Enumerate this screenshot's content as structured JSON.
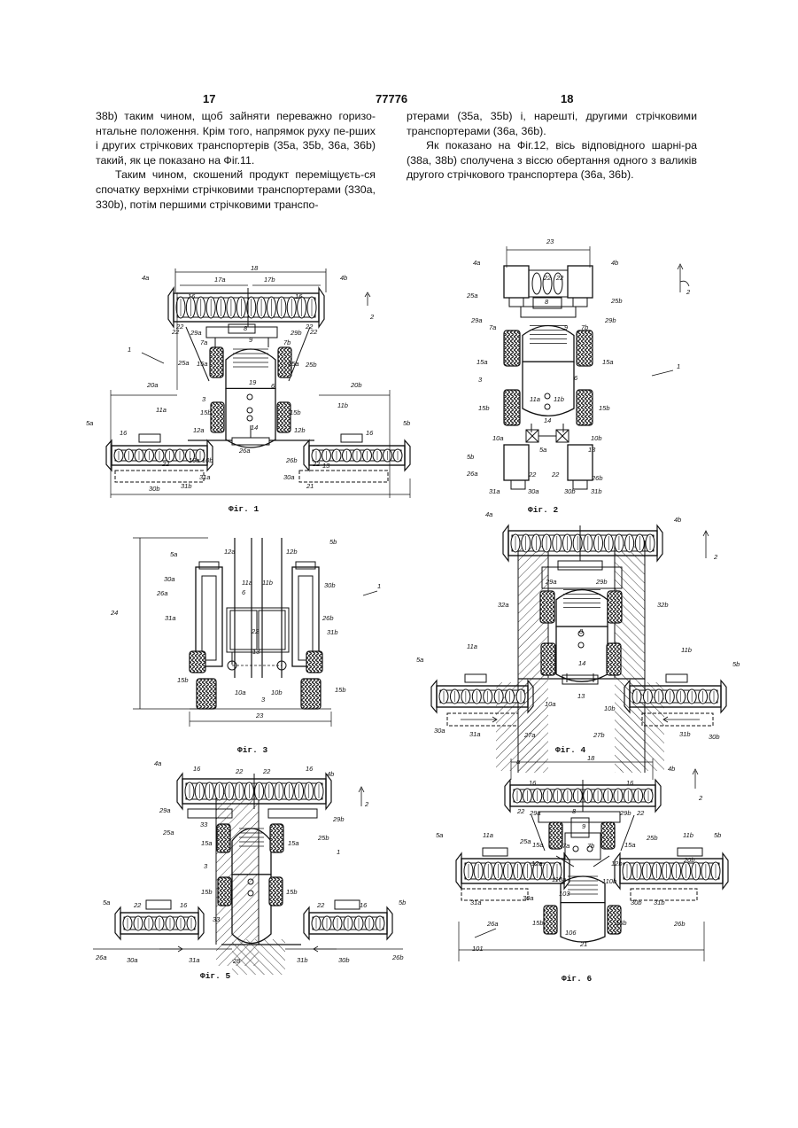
{
  "header": {
    "page_left": "17",
    "patent_number": "77776",
    "page_right": "18"
  },
  "left_column": {
    "para1": "38b) таким чином, щоб зайняти переважно горизо-нтальне положення. Крім того, напрямок руху пе-рших і других стрічкових транспортерів (35а, 35b, 36а, 36b) такий, як це показано на Фіг.11.",
    "para2": "Таким чином, скошений продукт переміщуєть-ся спочатку верхніми стрічковими транспортерами (330а, 330b), потім першими стрічковими транспо-"
  },
  "right_column": {
    "para1": "ртерами (35а, 35b) і, нарешті, другими стрічковими транспортерами (36а, 36b).",
    "para2": "Як показано на Фіг.12, вісь відповідного шарні-ра (38а, 38b) сполучена з віссю обертання одного з валиків другого стрічкового транспортера (36а, 36b)."
  },
  "figures": {
    "fig1": {
      "caption": "Фіг. 1",
      "labels": [
        "18",
        "17a",
        "17b",
        "4a",
        "4b",
        "16",
        "16",
        "22",
        "22",
        "29a",
        "29b",
        "22",
        "22",
        "1",
        "2",
        "8",
        "7a",
        "9",
        "7b",
        "25a",
        "15a",
        "15a",
        "25b",
        "20a",
        "19",
        "20b",
        "3",
        "6",
        "15b",
        "15b",
        "11a",
        "11b",
        "5a",
        "5b",
        "12a",
        "14",
        "12b",
        "16",
        "16",
        "22",
        "22",
        "10a",
        "13",
        "10b",
        "26a",
        "26b",
        "31a",
        "30a",
        "30b",
        "31b",
        "21"
      ]
    },
    "fig2": {
      "caption": "Фіг. 2",
      "labels": [
        "23",
        "4a",
        "4b",
        "22",
        "22",
        "2",
        "25a",
        "25b",
        "8",
        "29a",
        "29b",
        "7a",
        "9",
        "7b",
        "15a",
        "15a",
        "1",
        "3",
        "6",
        "11a",
        "11b",
        "15b",
        "15b",
        "14",
        "10a",
        "10b",
        "5a",
        "5b",
        "13",
        "26a",
        "22",
        "22",
        "26b",
        "31a",
        "30a",
        "30b",
        "31b"
      ]
    },
    "fig3": {
      "caption": "Фіг. 3",
      "labels": [
        "5b",
        "12a",
        "12b",
        "5a",
        "30a",
        "11a",
        "11b",
        "30b",
        "1",
        "26a",
        "6",
        "24",
        "31a",
        "26b",
        "31b",
        "22",
        "13",
        "15b",
        "15b",
        "10a",
        "3",
        "10b",
        "23"
      ]
    },
    "fig4": {
      "caption": "Фіг. 4",
      "labels": [
        "4a",
        "4b",
        "2",
        "29a",
        "29b",
        "32a",
        "32b",
        "8",
        "11a",
        "14",
        "11b",
        "5a",
        "5b",
        "10a",
        "13",
        "10b",
        "30a",
        "31a",
        "27a",
        "27b",
        "31b",
        "30b"
      ]
    },
    "fig5": {
      "caption": "Фіг. 5",
      "labels": [
        "4a",
        "16",
        "22",
        "22",
        "16",
        "4b",
        "29a",
        "29b",
        "2",
        "33",
        "25a",
        "25b",
        "15a",
        "15a",
        "3",
        "1",
        "15b",
        "15b",
        "5a",
        "33",
        "5b",
        "22",
        "16",
        "22",
        "16",
        "26a",
        "30a",
        "31a",
        "28",
        "31b",
        "30b",
        "26b"
      ]
    },
    "fig6": {
      "caption": "Фіг. 6",
      "labels": [
        "18",
        "a",
        "4b",
        "16",
        "16",
        "22",
        "29a",
        "8",
        "29b",
        "22",
        "2",
        "25a",
        "9",
        "25b",
        "15a",
        "15a",
        "5a",
        "11a",
        "7a",
        "7b",
        "11b",
        "5b",
        "12a",
        "12b",
        "20b",
        "110a",
        "110b",
        "31a",
        "30a",
        "103",
        "30b",
        "31b",
        "26a",
        "15b",
        "15b",
        "26b",
        "101",
        "106",
        "21"
      ]
    }
  }
}
